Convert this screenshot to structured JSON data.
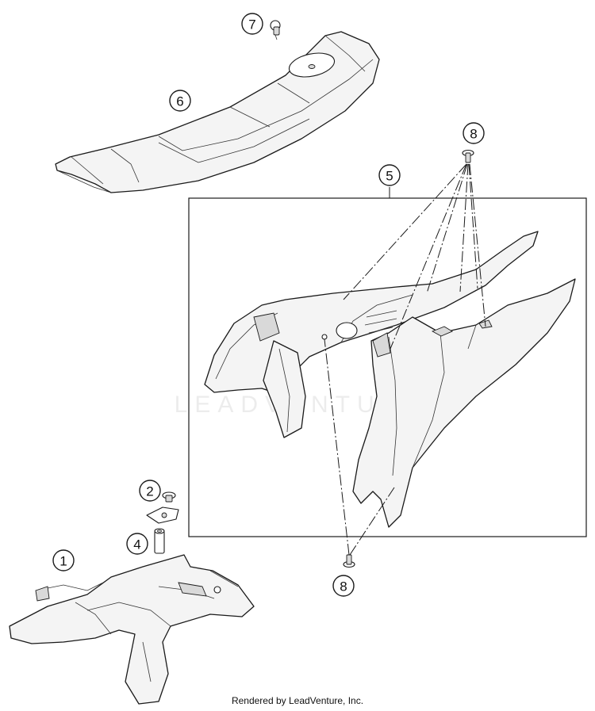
{
  "diagram": {
    "callouts": [
      {
        "id": "c1",
        "label": "1"
      },
      {
        "id": "c2",
        "label": "2"
      },
      {
        "id": "c4",
        "label": "4"
      },
      {
        "id": "c5",
        "label": "5"
      },
      {
        "id": "c6",
        "label": "6"
      },
      {
        "id": "c7",
        "label": "7"
      },
      {
        "id": "c8a",
        "label": "8"
      },
      {
        "id": "c8b",
        "label": "8"
      }
    ],
    "watermark": "LEADVENTURE"
  },
  "footer": {
    "credit": "Rendered by LeadVenture, Inc."
  }
}
